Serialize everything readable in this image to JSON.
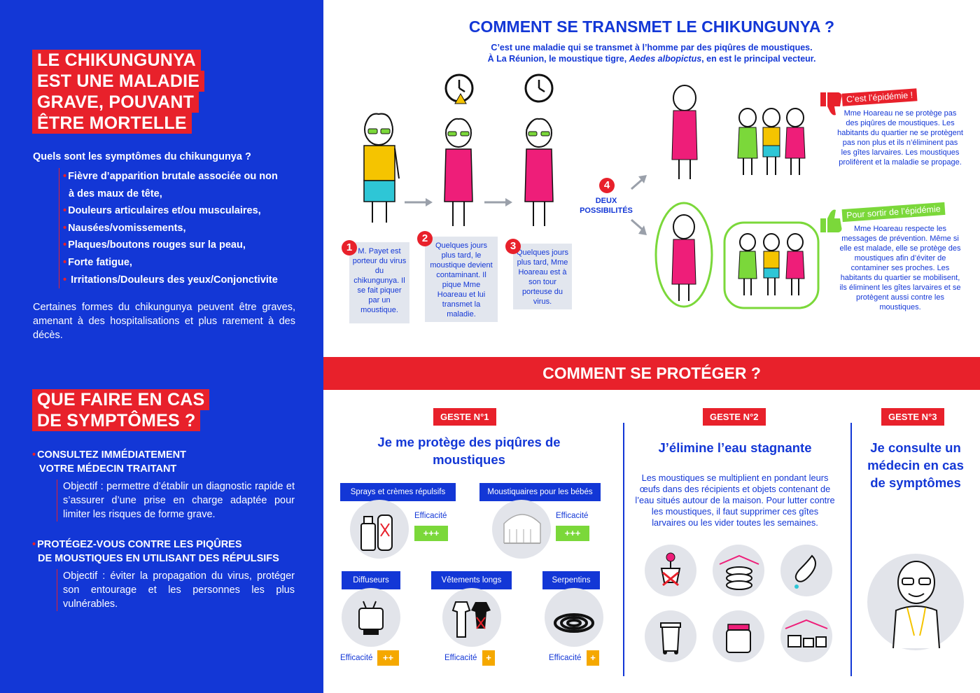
{
  "left": {
    "title_lines": [
      "LE CHIKUNGUNYA",
      "EST UNE MALADIE",
      "GRAVE, POUVANT",
      "ÊTRE MORTELLE"
    ],
    "symptoms_question": "Quels sont les symptômes du chikungunya ?",
    "symptoms": [
      "Fièvre d’apparition brutale associée ou non",
      "à des maux de tête,",
      "Douleurs articulaires et/ou musculaires,",
      "Nausées/vomissements,",
      "Plaques/boutons rouges sur la peau,",
      "Forte fatigue,",
      "Irritations/Douleurs des yeux/Conjonctivite"
    ],
    "grave_text": "Certaines formes du chikungunya peuvent être graves, amenant à des hospitalisations et plus rarement à des décès.",
    "que_faire_lines": [
      "QUE FAIRE EN CAS",
      "DE SYMPTÔMES ?"
    ],
    "action1_lines": [
      "CONSULTEZ IMMÉDIATEMENT",
      "VOTRE MÉDECIN TRAITANT"
    ],
    "objective1": "Objectif : permettre d’établir un diagnostic rapide et s’assurer d’une prise en charge adaptée pour limiter les risques de forme grave.",
    "action2_lines": [
      "PROTÉGEZ-VOUS CONTRE LES PIQÛRES",
      "DE MOUSTIQUES EN UTILISANT DES RÉPULSIFS"
    ],
    "objective2": "Objectif : éviter la propagation du virus, protéger son entourage et les personnes les plus vulnérables."
  },
  "transmission": {
    "title": "COMMENT SE TRANSMET LE CHIKUNGUNYA ?",
    "subtitle_1": "C’est une maladie qui se transmet à l’homme par des piqûres de moustiques.",
    "subtitle_2a": "À La Réunion, le moustique tigre, ",
    "subtitle_2b": "Aedes albopictus",
    "subtitle_2c": ", en est le principal vecteur.",
    "steps": [
      {
        "num": "1",
        "text": "M. Payet est porteur du virus du chikungunya. Il se fait piquer par un moustique."
      },
      {
        "num": "2",
        "text": "Quelques jours plus tard, le moustique devient contaminant. Il pique Mme Hoareau et lui transmet la maladie."
      },
      {
        "num": "3",
        "text": "Quelques jours plus tard, Mme Hoareau est à son tour porteuse du virus."
      }
    ],
    "step4_num": "4",
    "step4_text": "DEUX POSSIBILITÉS",
    "bad_tag": "C’est l’épidémie !",
    "bad_text": "Mme Hoareau ne se protège pas des piqûres de moustiques. Les habitants du quartier ne se protègent pas non plus et ils n’éliminent pas les gîtes larvaires. Les moustiques prolifèrent et la maladie se propage.",
    "good_tag": "Pour sortir de l’épidémie",
    "good_text": "Mme Hoareau respecte les messages de prévention. Même si elle est malade, elle se protège des moustiques afin d’éviter de contaminer ses proches. Les habitants du quartier se mobilisent, ils éliminent les gîtes larvaires et se protègent aussi contre les moustiques."
  },
  "protection": {
    "banner": "COMMENT SE PROTÉGER ?",
    "geste1": {
      "label": "GESTE N°1",
      "title": "Je me protège des piqûres de moustiques",
      "items": [
        {
          "label": "Sprays et crèmes répulsifs",
          "eff_label": "Efficacité",
          "rating": "+++"
        },
        {
          "label": "Moustiquaires pour les bébés",
          "eff_label": "Efficacité",
          "rating": "+++"
        },
        {
          "label": "Diffuseurs",
          "eff_label": "Efficacité",
          "rating": "++"
        },
        {
          "label": "Vêtements longs",
          "eff_label": "Efficacité",
          "rating": "+"
        },
        {
          "label": "Serpentins",
          "eff_label": "Efficacité",
          "rating": "+"
        }
      ]
    },
    "geste2": {
      "label": "GESTE N°2",
      "title": "J’élimine l’eau stagnante",
      "text": "Les moustiques se multiplient en pondant leurs œufs dans des récipients et objets contenant de l’eau situés autour de la maison. Pour lutter contre les moustiques, il faut supprimer ces gîtes larvaires ou les vider toutes les semaines."
    },
    "geste3": {
      "label": "GESTE N°3",
      "title": "Je consulte un médecin en cas de symptômes"
    }
  },
  "colors": {
    "blue": "#1337d6",
    "red": "#e8212b",
    "green": "#7bd83a",
    "orange": "#f5a800",
    "pink": "#ee1e79"
  }
}
